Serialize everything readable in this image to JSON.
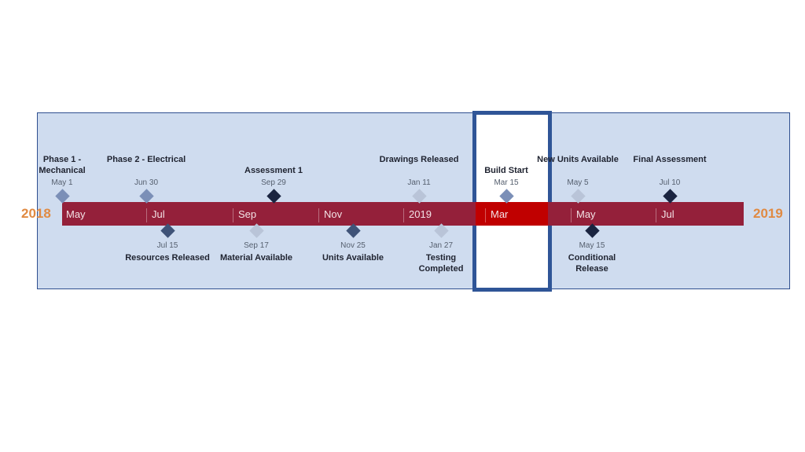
{
  "years": {
    "start": "2018",
    "end": "2019"
  },
  "months": [
    "May",
    "Jul",
    "Sep",
    "Nov",
    "2019",
    "Mar",
    "May",
    "Jul"
  ],
  "highlight": {
    "month": "Mar",
    "color": "#c00000",
    "border": "#2f5597"
  },
  "colors": {
    "bar": "#94203a",
    "panel": "#cfdcef",
    "year": "#e08a42"
  },
  "milestones_above": [
    {
      "title": "Phase 1 - Mechanical",
      "date": "May 1",
      "color": "#7b8fb7"
    },
    {
      "title": "Phase 2 - Electrical",
      "date": "Jun 30",
      "color": "#7b8fb7"
    },
    {
      "title": "Assessment 1",
      "date": "Sep 29",
      "color": "#1a2440"
    },
    {
      "title": "Drawings Released",
      "date": "Jan 11",
      "color": "#b9c4d8"
    },
    {
      "title": "Build Start",
      "date": "Mar 15",
      "color": "#7b8fb7"
    },
    {
      "title": "New Units Available",
      "date": "May 5",
      "color": "#b9c4d8"
    },
    {
      "title": "Final Assessment",
      "date": "Jul 10",
      "color": "#1a2440"
    }
  ],
  "milestones_below": [
    {
      "title": "Resources Released",
      "date": "Jul 15",
      "color": "#3f5378"
    },
    {
      "title": "Material Available",
      "date": "Sep 17",
      "color": "#b9c4d8"
    },
    {
      "title": "Units Available",
      "date": "Nov 25",
      "color": "#3f5378"
    },
    {
      "title": "Testing Completed",
      "date": "Jan 27",
      "color": "#b9c4d8"
    },
    {
      "title": "Conditional Release",
      "date": "May 15",
      "color": "#1a2440"
    }
  ]
}
